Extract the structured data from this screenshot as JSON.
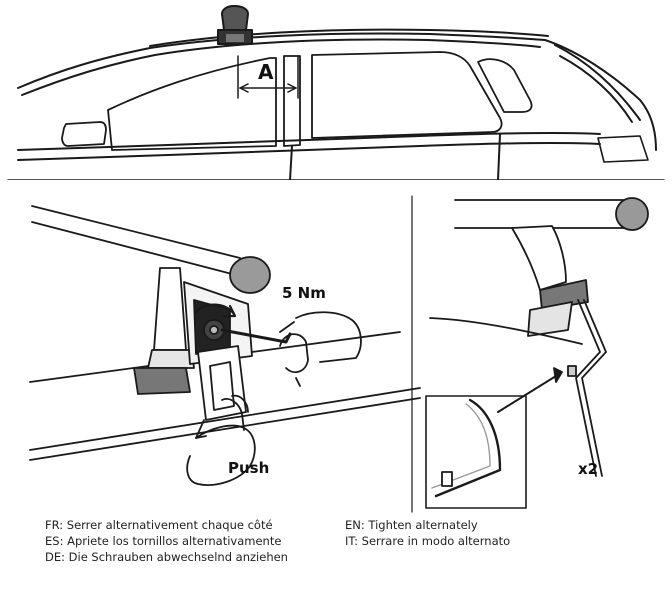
{
  "labels": {
    "dimension": "A",
    "torque": "5 Nm",
    "push": "Push",
    "quantity": "x2"
  },
  "instructions": {
    "left": [
      "FR: Serrer alternativement chaque côté",
      "ES: Apriete los tornillos alternativamente",
      "DE: Die Schrauben abwechselnd anziehen"
    ],
    "right": [
      "EN: Tighten alternately",
      "IT: Serrare in modo alternato"
    ]
  }
}
